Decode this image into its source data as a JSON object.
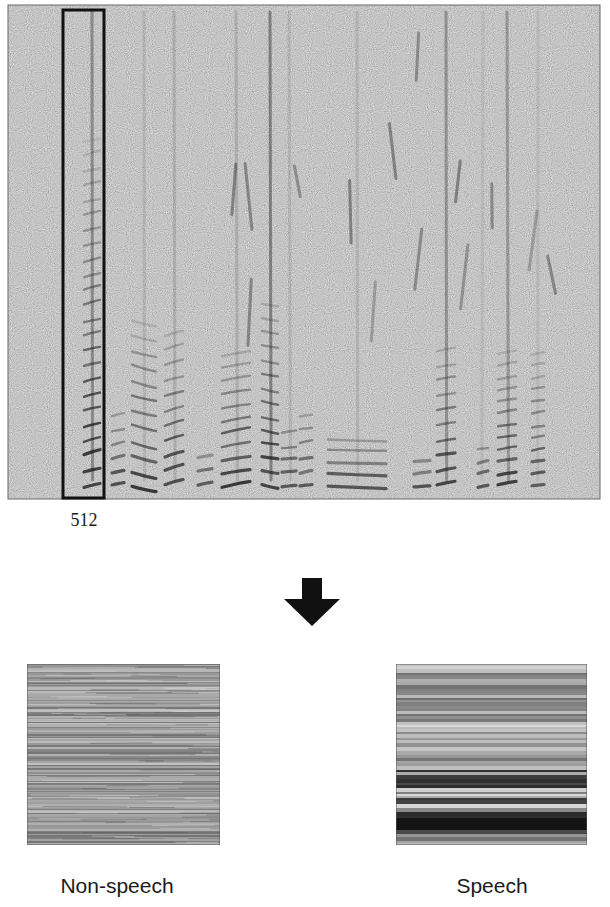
{
  "diagram": {
    "labels": [
      "512",
      "Non-speech",
      "Speech"
    ]
  }
}
